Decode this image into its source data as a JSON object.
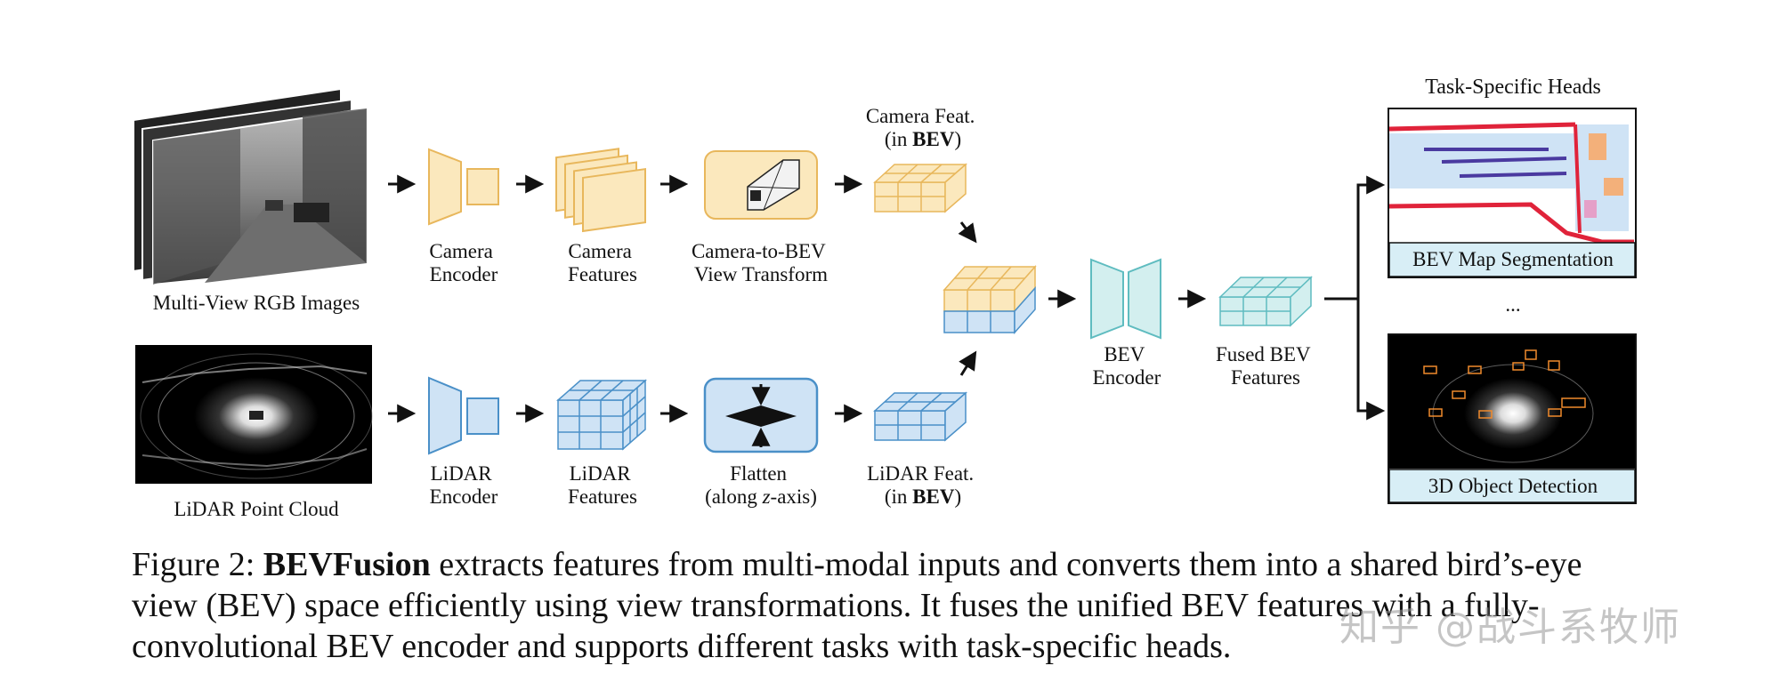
{
  "labels": {
    "multi_view_rgb": "Multi-View RGB Images",
    "lidar_point_cloud": "LiDAR Point Cloud",
    "camera_encoder": [
      "Camera",
      "Encoder"
    ],
    "camera_features": [
      "Camera",
      "Features"
    ],
    "camera_to_bev": [
      "Camera-to-BEV",
      "View Transform"
    ],
    "camera_feat_bev": [
      "Camera Feat.",
      "(in ",
      "BEV",
      ")"
    ],
    "lidar_encoder": [
      "LiDAR",
      "Encoder"
    ],
    "lidar_features": [
      "LiDAR",
      "Features"
    ],
    "flatten": [
      "Flatten",
      "(along ",
      "z",
      "-axis)"
    ],
    "lidar_feat_bev": [
      "LiDAR Feat.",
      "(in ",
      "BEV",
      ")"
    ],
    "bev_encoder": [
      "BEV",
      "Encoder"
    ],
    "fused_bev": [
      "Fused BEV",
      "Features"
    ],
    "task_heads_title": "Task-Specific Heads",
    "bev_map_seg": "BEV Map Segmentation",
    "ellipsis": "...",
    "object_detection": "3D Object Detection"
  },
  "caption": {
    "prefix": "Figure 2: ",
    "bold": "BEVFusion",
    "rest": " extracts features from multi-modal inputs and converts them into a shared bird’s-eye view (BEV) space efficiently using view transformations. It fuses the unified BEV features with a fully-convolutional BEV encoder and supports different tasks with task-specific heads."
  },
  "watermark": "知乎 @战斗系牧师",
  "colors": {
    "camera_fill": "#fbe8bd",
    "camera_stroke": "#e8b75c",
    "lidar_fill": "#cfe3f5",
    "lidar_stroke": "#4a90c8",
    "fused_fill": "#d3efef",
    "fused_stroke": "#5fbcc0",
    "head_label_bg": "#d8eef6"
  }
}
